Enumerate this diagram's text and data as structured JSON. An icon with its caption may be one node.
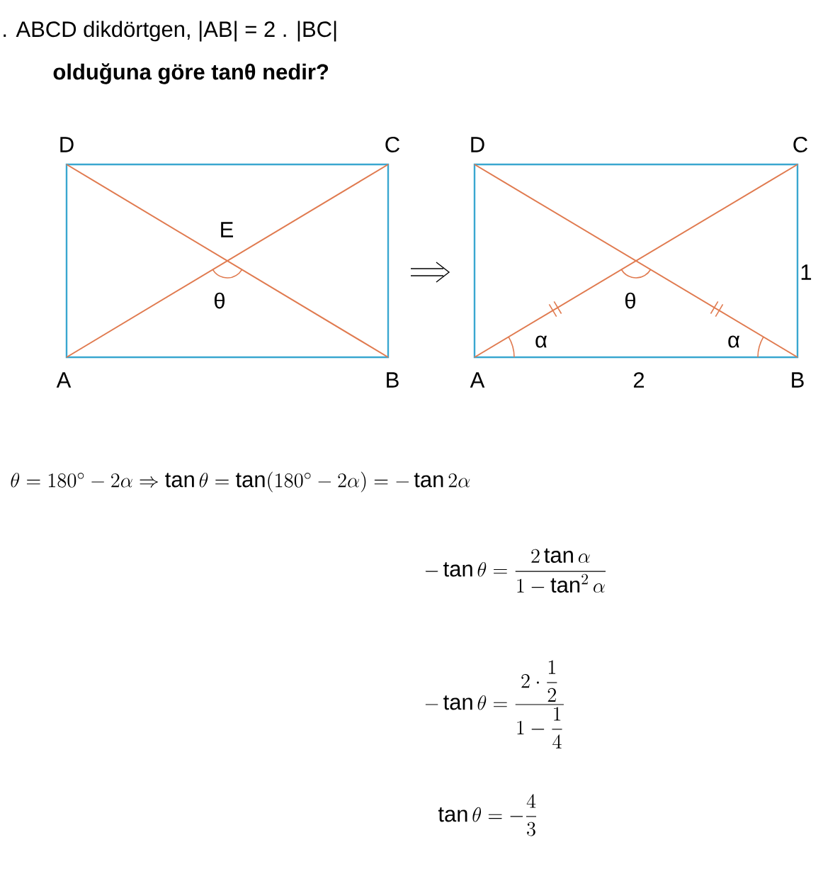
{
  "diagram": {
    "labels": [
      ". ABCD dikdörtgen, |AB| = 2 . |BC|",
      "olduğuna göre tanθ nedir?",
      "D",
      "C",
      "E",
      "θ",
      "A",
      "B",
      "D",
      "C",
      "1",
      "θ",
      "α",
      "α",
      "A",
      "2",
      "B",
      "\\theta = 180^{\\circ} - 2\\alpha \\Rightarrow \\tan\\theta = \\tan(180^{\\circ} - 2\\alpha) = -\\tan 2\\alpha",
      "-\\tan\\theta = \\frac{2\\tan\\alpha}{1 - \\tan^{2}\\alpha}",
      "-\\tan\\theta = \\dfrac{2 \\cdot \\dfrac{1}{2}}{1 - \\dfrac{1}{4}}",
      "\\tan\\theta = -\\frac{4}{3}"
    ]
  }
}
